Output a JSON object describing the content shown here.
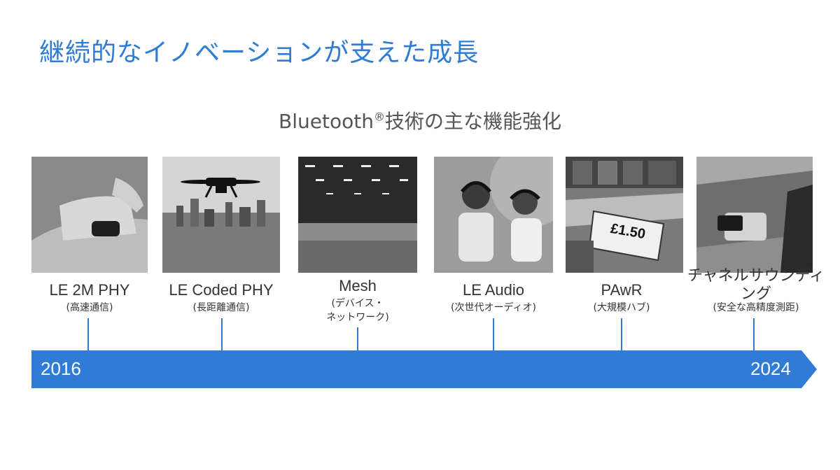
{
  "slide": {
    "title": "継続的なイノベーションが支えた成長",
    "section_title": "Bluetooth",
    "section_title_reg": "®",
    "section_title_rest": "技術の主な機能強化"
  },
  "timeline": {
    "start_year": "2016",
    "end_year": "2024",
    "color": "#2f7bd6"
  },
  "milestones": [
    {
      "label": "LE 2M PHY",
      "sub": "(高速通信)",
      "image_icon": "wristband-photo"
    },
    {
      "label": "LE Coded PHY",
      "sub": "(長距離通信)",
      "image_icon": "drone-city-photo"
    },
    {
      "label": "Mesh",
      "sub_line1": "(デバイス・",
      "sub_line2": "ネットワーク)",
      "image_icon": "warehouse-photo"
    },
    {
      "label": "LE Audio",
      "sub": "(次世代オーディオ)",
      "image_icon": "headphones-photo"
    },
    {
      "label": "PAwR",
      "sub": "(大規模ハブ)",
      "price_tag": "£1.50",
      "image_icon": "shelf-label-photo"
    },
    {
      "label_line1": "チャネルサウンディ",
      "label_line2": "ング",
      "sub": "(安全な高精度測距)",
      "image_icon": "phone-car-photo"
    }
  ]
}
